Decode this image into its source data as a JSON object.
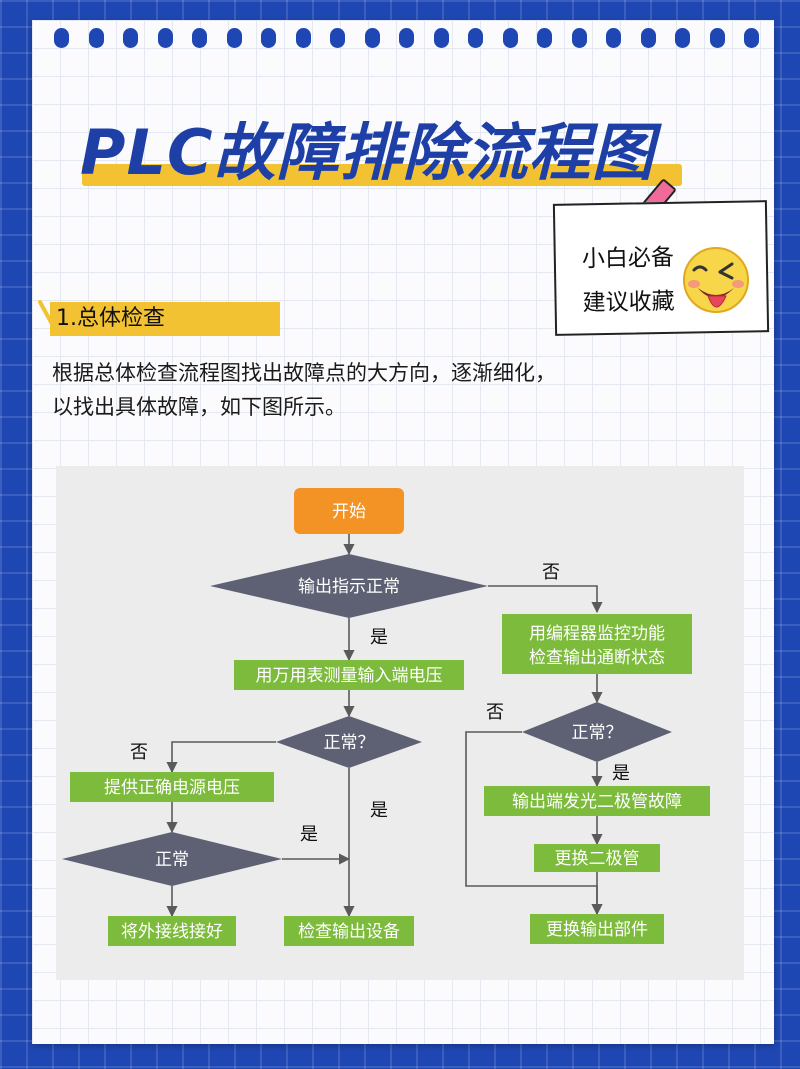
{
  "title": "PLC故障排除流程图",
  "tag": {
    "line1": "小白必备",
    "line2": "建议收藏"
  },
  "section": {
    "title": "1.总体检查"
  },
  "description": {
    "line1": "根据总体检查流程图找出故障点的大方向，逐渐细化，",
    "line2": "以找出具体故障，如下图所示。"
  },
  "flowchart": {
    "nodes": {
      "start": "开始",
      "d_output_indicator": "输出指示正常",
      "measure_voltage": "用万用表测量输入端电压",
      "d_normal_q1": "正常？",
      "provide_voltage": "提供正确电源电压",
      "d_normal_2": "正常",
      "connect_wire": "将外接线接好",
      "check_output_device": "检查输出设备",
      "programmer_line1": "用编程器监控功能",
      "programmer_line2": "检查输出通断状态",
      "d_normal_q2": "正常？",
      "led_fault": "输出端发光二极管故障",
      "replace_diode": "更换二极管",
      "replace_output": "更换输出部件"
    },
    "edges": {
      "no_1": "否",
      "yes_1": "是",
      "no_2": "否",
      "yes_2": "是",
      "yes_3": "是",
      "no_3": "否",
      "yes_4": "是"
    },
    "colors": {
      "start": "#f39325",
      "decision": "#5d6173",
      "process": "#7dbb3c",
      "line": "#5a5a5a",
      "panel": "#ececec"
    }
  },
  "colors": {
    "background": "#1f47b3",
    "title": "#1e40a6",
    "highlight": "#f3c232",
    "pin": "#f06b9a"
  }
}
